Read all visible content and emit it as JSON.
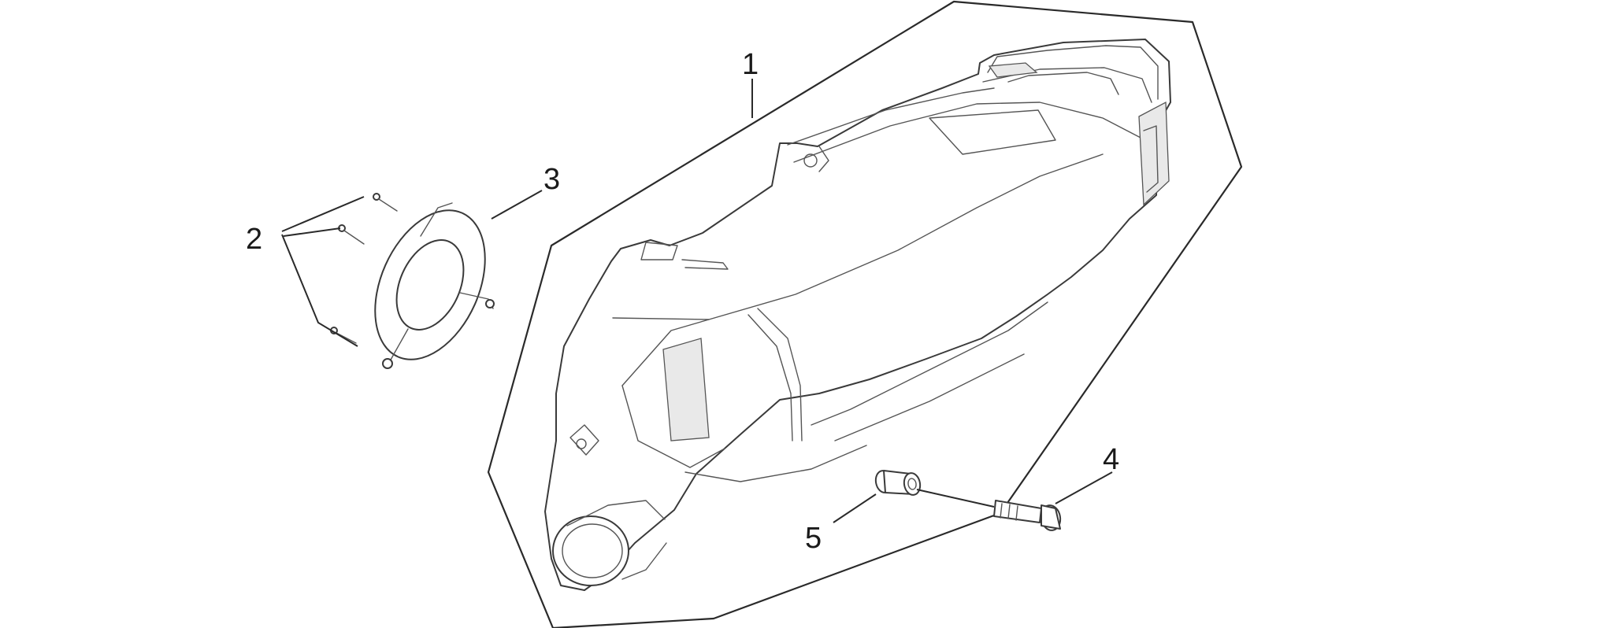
{
  "callouts": {
    "c1": "1",
    "c2": "2",
    "c3": "3",
    "c4": "4",
    "c5": "5"
  },
  "colors": {
    "line": "#2a2a2a",
    "background": "#ffffff"
  },
  "icons": [
    "transmission-cover-icon",
    "screw-icon",
    "cover-plate-icon",
    "bolt-icon",
    "bushing-icon"
  ]
}
